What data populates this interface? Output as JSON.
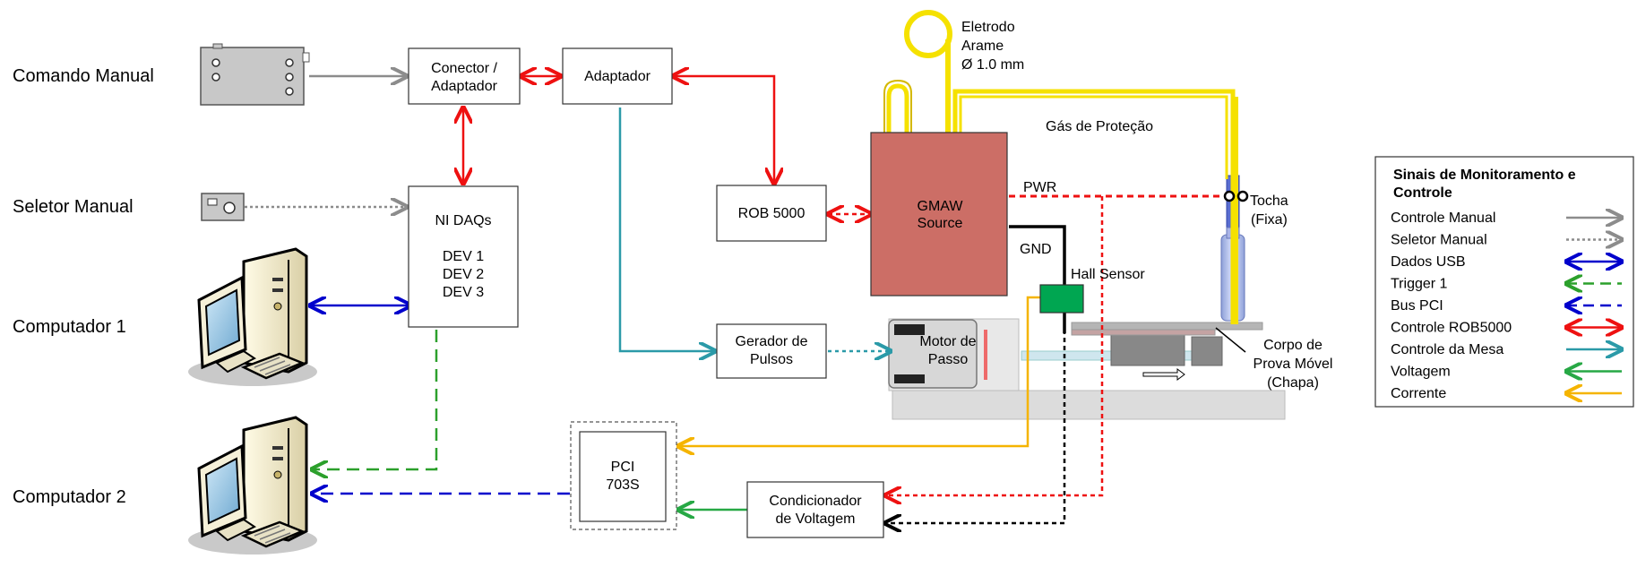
{
  "left_labels": {
    "comando_manual": "Comando Manual",
    "seletor_manual": "Seletor Manual",
    "computador_1": "Computador 1",
    "computador_2": "Computador 2"
  },
  "boxes": {
    "conector": [
      "Conector /",
      "Adaptador"
    ],
    "adaptador": "Adaptador",
    "ni_daqs": [
      "NI DAQs",
      "",
      "DEV 1",
      "DEV 2",
      "DEV 3"
    ],
    "rob": "ROB 5000",
    "gmaw": [
      "GMAW",
      "Source"
    ],
    "gerador": [
      "Gerador de",
      "Pulsos"
    ],
    "pci": [
      "PCI",
      "703S"
    ],
    "condicionador": [
      "Condicionador",
      "de Voltagem"
    ],
    "motor": [
      "Motor de",
      "Passo"
    ]
  },
  "annotations": {
    "eletrodo": [
      "Eletrodo",
      "Arame",
      "Ø 1.0 mm"
    ],
    "gas": "Gás de Proteção",
    "pwr": "PWR",
    "gnd": "GND",
    "hall": "Hall Sensor",
    "tocha": [
      "Tocha",
      "(Fixa)"
    ],
    "corpo": [
      "Corpo de",
      "Prova Móvel",
      "(Chapa)"
    ]
  },
  "legend": {
    "title": [
      "Sinais de Monitoramento e",
      "Controle"
    ],
    "items": [
      {
        "label": "Controle Manual",
        "color": "#8c8c8c",
        "style": "solid",
        "heads": "right"
      },
      {
        "label": "Seletor Manual",
        "color": "#8c8c8c",
        "style": "dotted",
        "heads": "right"
      },
      {
        "label": "Dados USB",
        "color": "#0000cc",
        "style": "solid",
        "heads": "both"
      },
      {
        "label": "Trigger 1",
        "color": "#2ca02c",
        "style": "dashed",
        "heads": "left"
      },
      {
        "label": "Bus PCI",
        "color": "#0000cc",
        "style": "dashed",
        "heads": "left"
      },
      {
        "label": "Controle ROB5000",
        "color": "#ee1111",
        "style": "solid",
        "heads": "both"
      },
      {
        "label": "Controle da Mesa",
        "color": "#2b9aa8",
        "style": "solid",
        "heads": "right"
      },
      {
        "label": "Voltagem",
        "color": "#27a845",
        "style": "solid",
        "heads": "left"
      },
      {
        "label": "Corrente",
        "color": "#f5b400",
        "style": "solid",
        "heads": "left"
      }
    ]
  },
  "colors": {
    "gmaw_fill": "#cc6e66",
    "hall_fill": "#00a651",
    "wire_yellow": "#f5e100",
    "wire_orange": "#f5b400",
    "control_gray": "#8c8c8c",
    "usb_blue": "#0000cc",
    "rob_red": "#ee1111",
    "table_teal": "#2b9aa8",
    "voltage_green": "#27a845"
  },
  "icons": [
    "control-box-icon",
    "selector-switch-icon",
    "desktop-computer-icon"
  ]
}
